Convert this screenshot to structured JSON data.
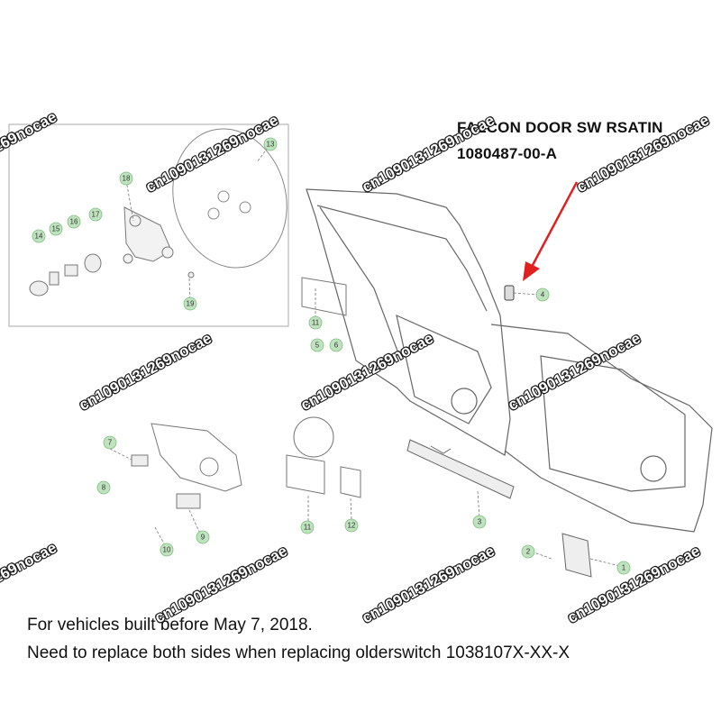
{
  "title": {
    "line1": "FALCON DOOR SW RSATIN",
    "line2": "1080487-00-A"
  },
  "notes": {
    "line1": "For vehicles built before May 7, 2018.",
    "line2": "Need to replace both sides when replacing olderswitch 1038107X-XX-X"
  },
  "watermark": {
    "text": "cn1090131269nocae",
    "partial": "269nocae"
  },
  "callouts": [
    "1",
    "2",
    "3",
    "4",
    "5",
    "6",
    "7",
    "8",
    "9",
    "10",
    "11",
    "11",
    "12",
    "13",
    "14",
    "15",
    "16",
    "17",
    "18",
    "19"
  ],
  "colors": {
    "callout_fill": "#bfe3bf",
    "callout_stroke": "#7fbf7f",
    "arrow": "#e02020",
    "line": "#555555"
  }
}
